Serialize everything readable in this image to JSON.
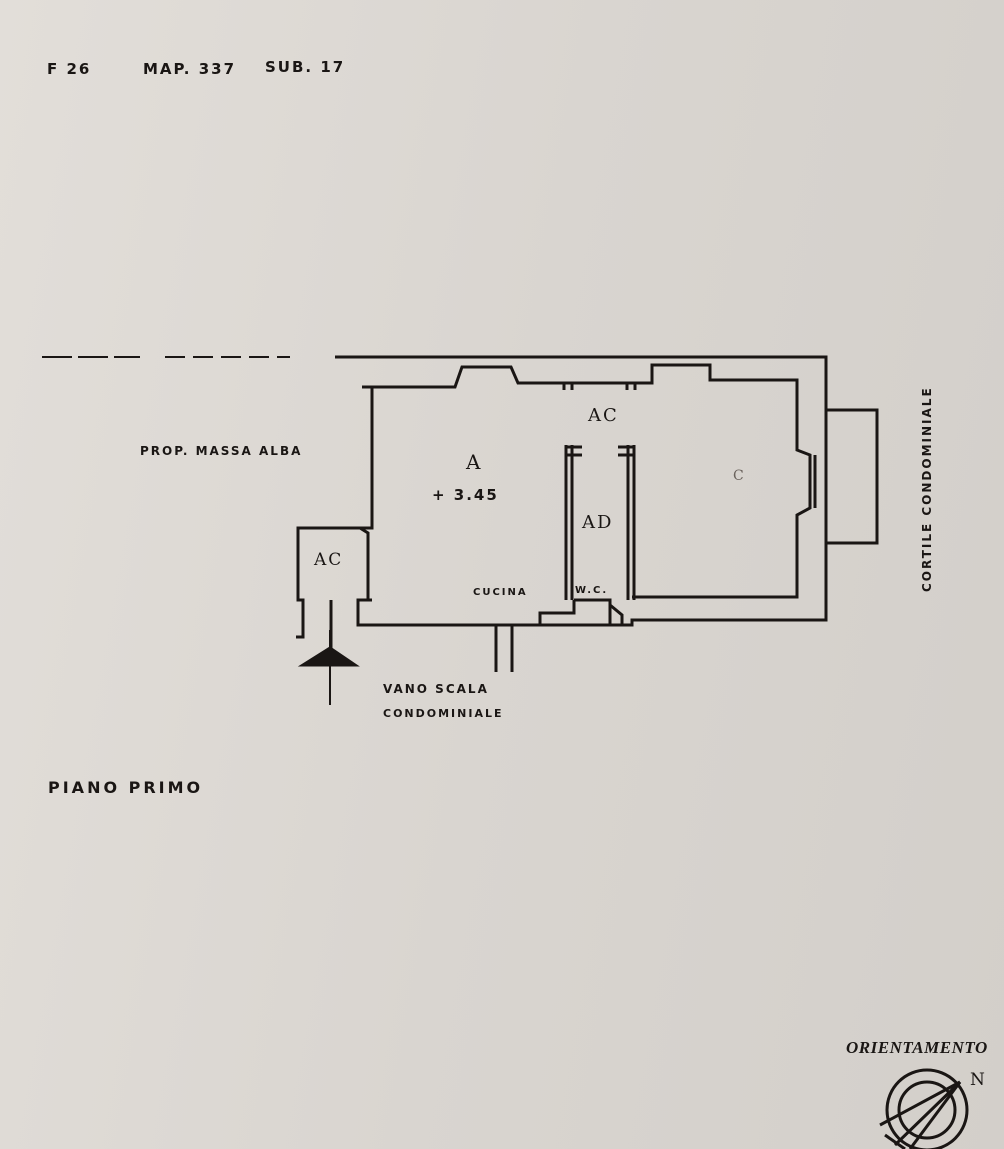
{
  "header": {
    "foglio": "F 26",
    "mappale": "MAP. 337",
    "subalterno": "SUB. 17"
  },
  "plan": {
    "neighbor_label": "PROP. MASSA ALBA",
    "room_a_label": "A",
    "height_label": "+ 3.45",
    "ac_top": "AC",
    "ad_label": "AD",
    "ac_left": "AC",
    "kitchen_label": "CUCINA",
    "wc_label": "W.C.",
    "stair_label_1": "VANO SCALA",
    "stair_label_2": "CONDOMINIALE",
    "courtyard_label": "CORTILE CONDOMINIALE",
    "room_c_label": "C"
  },
  "floor_label": "PIANO PRIMO",
  "orientation": {
    "title": "ORIENTAMENTO",
    "north": "N"
  }
}
